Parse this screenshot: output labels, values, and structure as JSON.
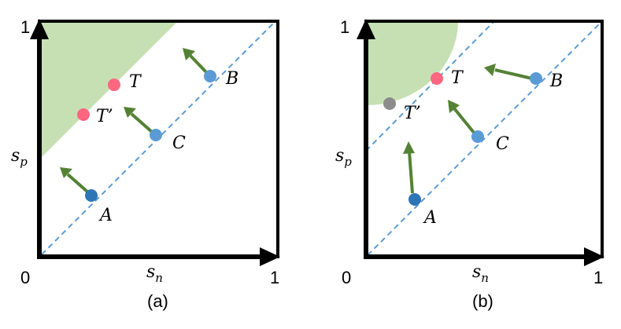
{
  "colors": {
    "region": "#c6e0b4",
    "diagonal": "#5b9bd5",
    "arrow": "#548235",
    "point_blue": "#5b9bd5",
    "point_blue_dark": "#2e75b6",
    "point_red": "#ff6680",
    "point_gray": "#8c8c8c"
  },
  "panels": [
    {
      "caption": "(a)",
      "axis_labels": {
        "origin": "0",
        "x_max": "1",
        "y_max": "1",
        "x_var": "s",
        "x_sub": "n",
        "y_var": "s",
        "y_sub": "p"
      },
      "points": [
        {
          "label": "A",
          "sn": 0.2,
          "sp": 0.26,
          "color": "point_blue_dark"
        },
        {
          "label": "B",
          "sn": 0.71,
          "sp": 0.77,
          "color": "point_blue"
        },
        {
          "label": "C",
          "sn": 0.46,
          "sp": 0.52,
          "color": "point_blue"
        },
        {
          "label": "T",
          "sn": 0.3,
          "sp": 0.72,
          "color": "point_red"
        },
        {
          "label": "T’",
          "sn": 0.17,
          "sp": 0.62,
          "color": "point_red"
        }
      ]
    },
    {
      "caption": "(b)",
      "axis_labels": {
        "origin": "0",
        "x_max": "1",
        "y_max": "1",
        "x_var": "s",
        "x_sub": "n",
        "y_var": "s",
        "y_sub": "p"
      },
      "points": [
        {
          "label": "A",
          "sn": 0.18,
          "sp": 0.24,
          "color": "point_blue_dark"
        },
        {
          "label": "B",
          "sn": 0.71,
          "sp": 0.77,
          "color": "point_blue"
        },
        {
          "label": "C",
          "sn": 0.47,
          "sp": 0.53,
          "color": "point_blue"
        },
        {
          "label": "T",
          "sn": 0.3,
          "sp": 0.76,
          "color": "point_red"
        },
        {
          "label": "T’",
          "sn": 0.1,
          "sp": 0.66,
          "color": "point_gray"
        }
      ]
    }
  ]
}
